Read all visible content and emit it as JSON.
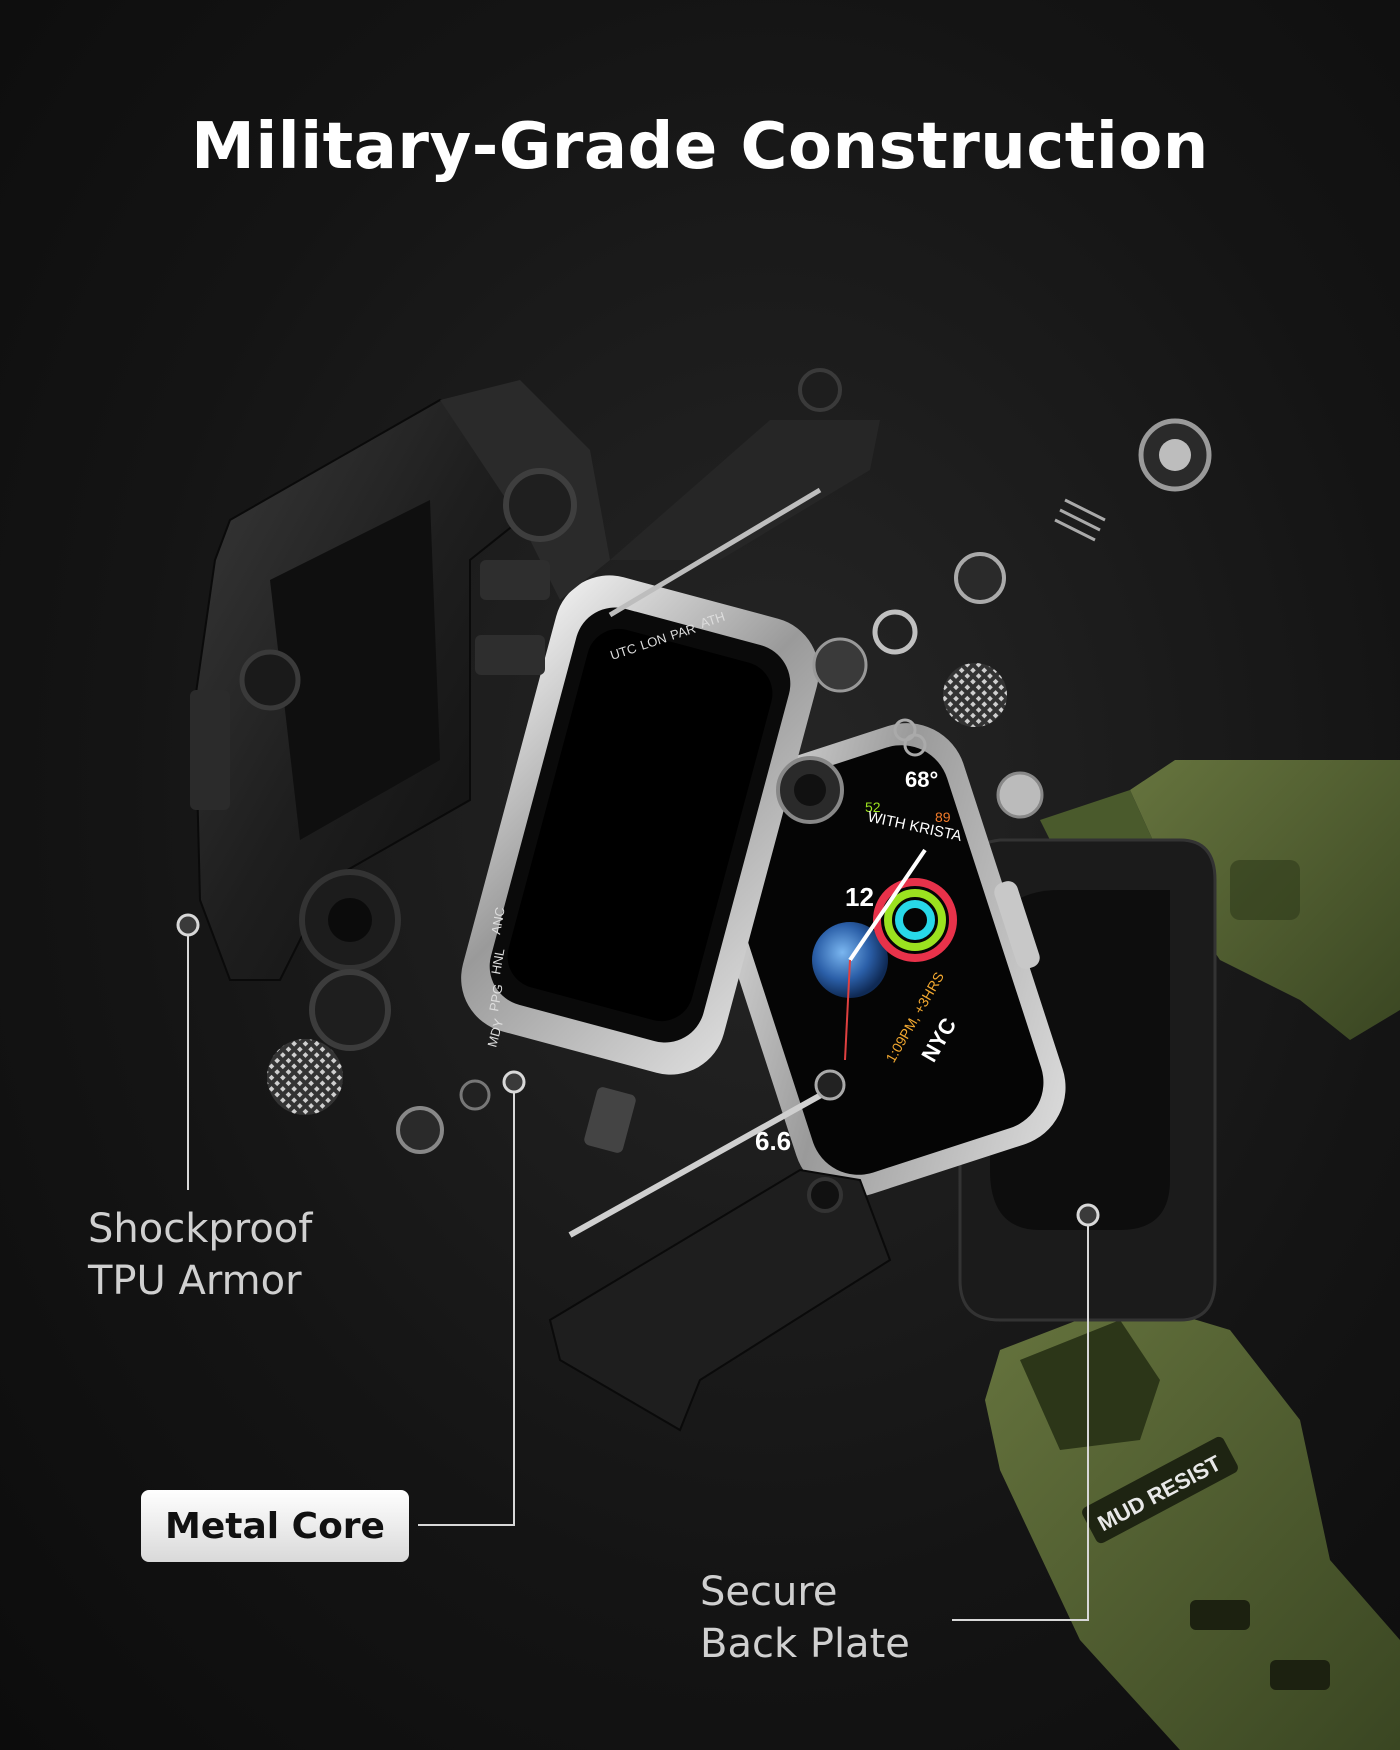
{
  "title": "Military-Grade Construction",
  "callouts": {
    "tpu_armor": {
      "line1": "Shockproof",
      "line2": "TPU Armor"
    },
    "metal_core": {
      "label": "Metal Core"
    },
    "back_plate": {
      "line1": "Secure",
      "line2": "Back Plate"
    }
  },
  "watch_face": {
    "temperature": "68°",
    "complication_low": "52",
    "complication_high": "89",
    "calendar_text": "WITH KRISTA",
    "city": "NYC",
    "time_offset": "1:09PM, +3HRS",
    "date_partial": "12",
    "uv_partial": "6.6"
  },
  "bezel_cities": [
    "UTC",
    "LON",
    "PAR",
    "ATH",
    "ANC",
    "HNL",
    "PPG",
    "MDY"
  ],
  "band_text": "MUD RESIST",
  "colors": {
    "background": "#141414",
    "accent_green": "#4c5a2c",
    "metal_silver": "#cfcfcf",
    "armor_black": "#1c1c1c"
  }
}
